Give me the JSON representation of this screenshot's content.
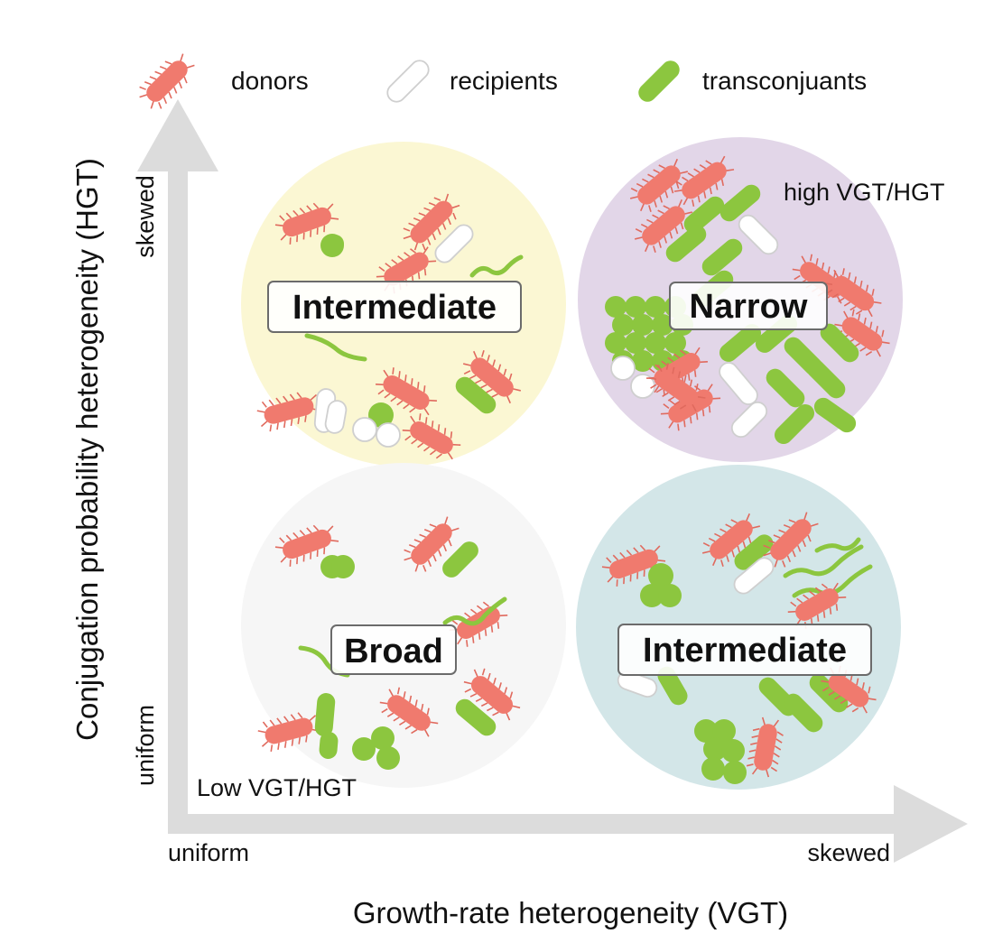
{
  "legend": {
    "donors": "donors",
    "recipients": "recipients",
    "transconjugants": "transconjuants"
  },
  "axes": {
    "y_title": "Conjugation probability heterogeneity (HGT)",
    "x_title": "Growth-rate heterogeneity (VGT)",
    "y_high": "skewed",
    "y_low": "uniform",
    "x_low": "uniform",
    "x_high": "skewed"
  },
  "quadrants": {
    "top_left": "Intermediate",
    "top_right": "Narrow",
    "bottom_left": "Broad",
    "bottom_right": "Intermediate"
  },
  "corner_notes": {
    "high": "high VGT/HGT",
    "low": "Low VGT/HGT"
  },
  "colors": {
    "donor": "#f07a6e",
    "donor_spike": "#e06a5e",
    "recipient": "#ffffff",
    "recipient_stroke": "#cfcfcf",
    "transconjugant": "#8cc63f",
    "axis": "#dcdcdc",
    "bg_top_left": "#fbf7d3",
    "bg_top_right": "#e2d6e8",
    "bg_bottom_left": "#f6f6f6",
    "bg_bottom_right": "#d3e6e8"
  },
  "icons": [
    "donor-cell-icon",
    "recipient-cell-icon",
    "transconjugant-cell-icon"
  ]
}
